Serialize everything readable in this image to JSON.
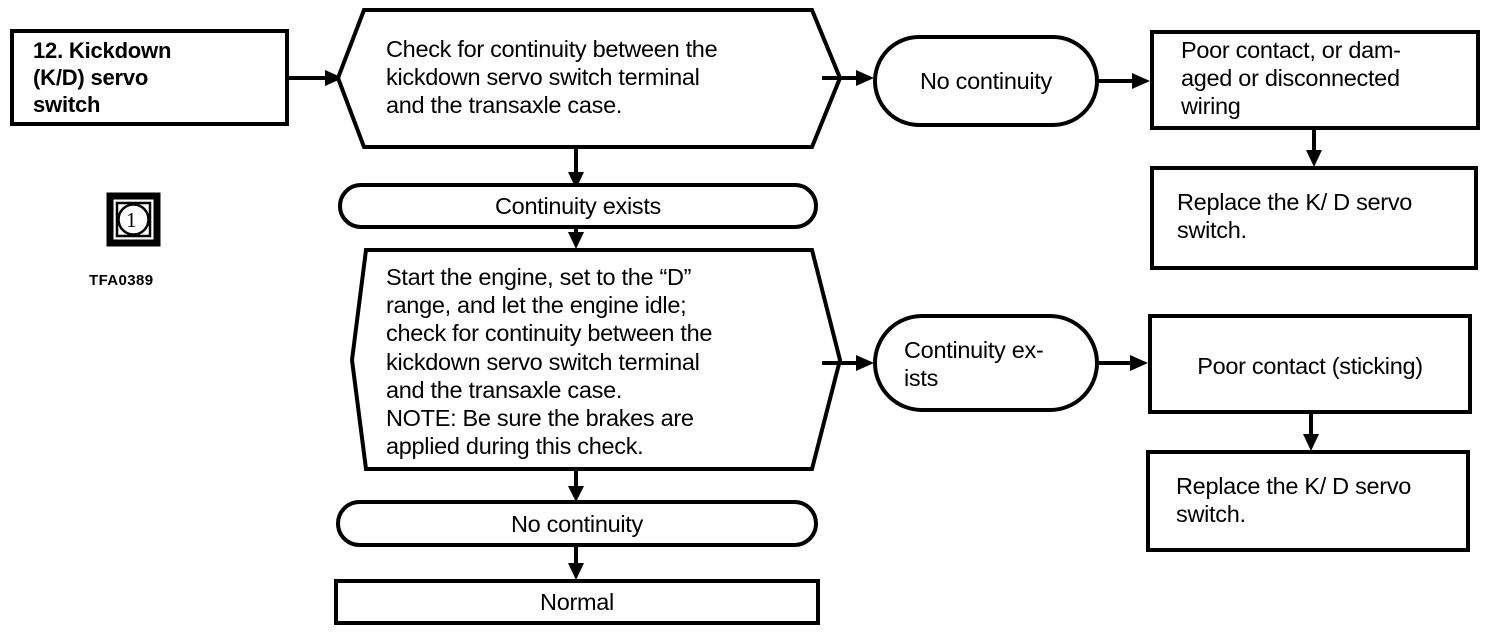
{
  "diagram": {
    "type": "flowchart",
    "title_node": {
      "id": "kickdown-servo-switch",
      "label": "12. Kickdown\n     (K/D) servo\n     switch"
    },
    "reference": {
      "icon_label": "1",
      "code": "TFA0389"
    },
    "nodes": {
      "check_continuity_1": {
        "shape": "hexagon",
        "label": "Check for continuity between the\nkickdown servo switch terminal\nand the transaxle case."
      },
      "no_continuity_1": {
        "shape": "stadium",
        "label": "No continuity"
      },
      "poor_contact_wiring": {
        "shape": "rect",
        "label": "Poor contact, or dam-\naged or disconnected\nwiring"
      },
      "replace_switch_1": {
        "shape": "rect",
        "label": "Replace the K/ D servo\nswitch."
      },
      "continuity_exists_1": {
        "shape": "stadium",
        "label": "Continuity exists"
      },
      "check_continuity_2": {
        "shape": "hexagon",
        "label": "Start the engine, set to the “D”\nrange, and let the engine idle;\ncheck for continuity between the\nkickdown servo switch terminal\nand the transaxle case.\nNOTE: Be sure the brakes are\napplied during this check."
      },
      "continuity_exists_2": {
        "shape": "stadium",
        "label": "Continuity ex-\nists"
      },
      "poor_contact_sticking": {
        "shape": "rect",
        "label": "Poor contact (sticking)"
      },
      "replace_switch_2": {
        "shape": "rect",
        "label": "Replace the K/ D servo\nswitch."
      },
      "no_continuity_2": {
        "shape": "stadium",
        "label": "No continuity"
      },
      "normal": {
        "shape": "rect",
        "label": "Normal"
      }
    },
    "colors": {
      "stroke": "#000000",
      "fill": "#ffffff",
      "text": "#000000"
    }
  }
}
